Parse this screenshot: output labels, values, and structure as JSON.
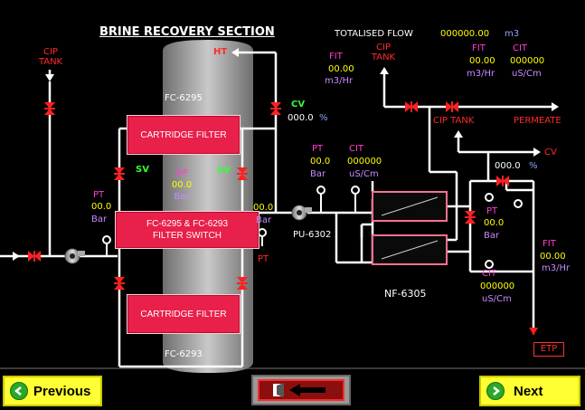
{
  "header": {
    "title": "BRINE RECOVERY SECTION",
    "totalised_label": "TOTALISED FLOW",
    "totalised_value": "000000.00",
    "totalised_unit": "m3"
  },
  "left": {
    "cip_tank": "CIP\nTANK",
    "ht": "HT",
    "vessel_top_tag": "FC-6295",
    "vessel_bottom_tag": "FC-6293",
    "filter_top": "CARTRIDGE FILTER",
    "filter_bottom": "CARTRIDGE FILTER",
    "switch_btn": "FC-6295 & FC-6293\nFILTER SWITCH",
    "sv_left": "SV",
    "sv_right": "SV",
    "dp_label": "DP",
    "dp_value": "00.0",
    "dp_unit": "Bar",
    "pt_left_label": "PT",
    "pt_left_value": "00.0",
    "pt_left_unit": "Bar",
    "pt_right_value": "00.0",
    "pt_right_unit": "Bar",
    "pt_right_label": "PT",
    "cv_label": "CV",
    "cv_value": "000.0",
    "cv_unit": "%"
  },
  "middle": {
    "fit_label": "FIT",
    "fit_value": "00.00",
    "fit_unit": "m3/Hr",
    "pt_label": "PT",
    "pt_value": "00.0",
    "pt_unit": "Bar",
    "cit_label": "CIT",
    "cit_value": "000000",
    "cit_unit": "uS/Cm",
    "pump_tag": "PU-6302",
    "nf_tag": "NF-6305"
  },
  "right": {
    "cip_tank_top": "CIP\nTANK",
    "fit_label": "FIT",
    "fit_value": "00.00",
    "fit_unit": "m3/Hr",
    "cit_label": "CIT",
    "cit_value": "000000",
    "cit_unit": "uS/Cm",
    "cip_tank_mid": "CIP TANK",
    "permeate": "PERMEATE",
    "cv_label": "CV",
    "cv_value": "000.0",
    "cv_unit": "%",
    "pt_label": "PT",
    "pt_value": "00.0",
    "pt_unit": "Bar",
    "cit2_label": "CIT",
    "cit2_value": "000000",
    "cit2_unit": "uS/Cm",
    "fit2_label": "FIT",
    "fit2_value": "00.00",
    "fit2_unit": "m3/Hr",
    "etp": "ETP"
  },
  "nav": {
    "previous": "Previous",
    "next": "Next"
  },
  "colors": {
    "pipe": "#ffffff",
    "valve": "#ff2020",
    "filter": "#e8204a",
    "nav_button": "#ffff33"
  }
}
